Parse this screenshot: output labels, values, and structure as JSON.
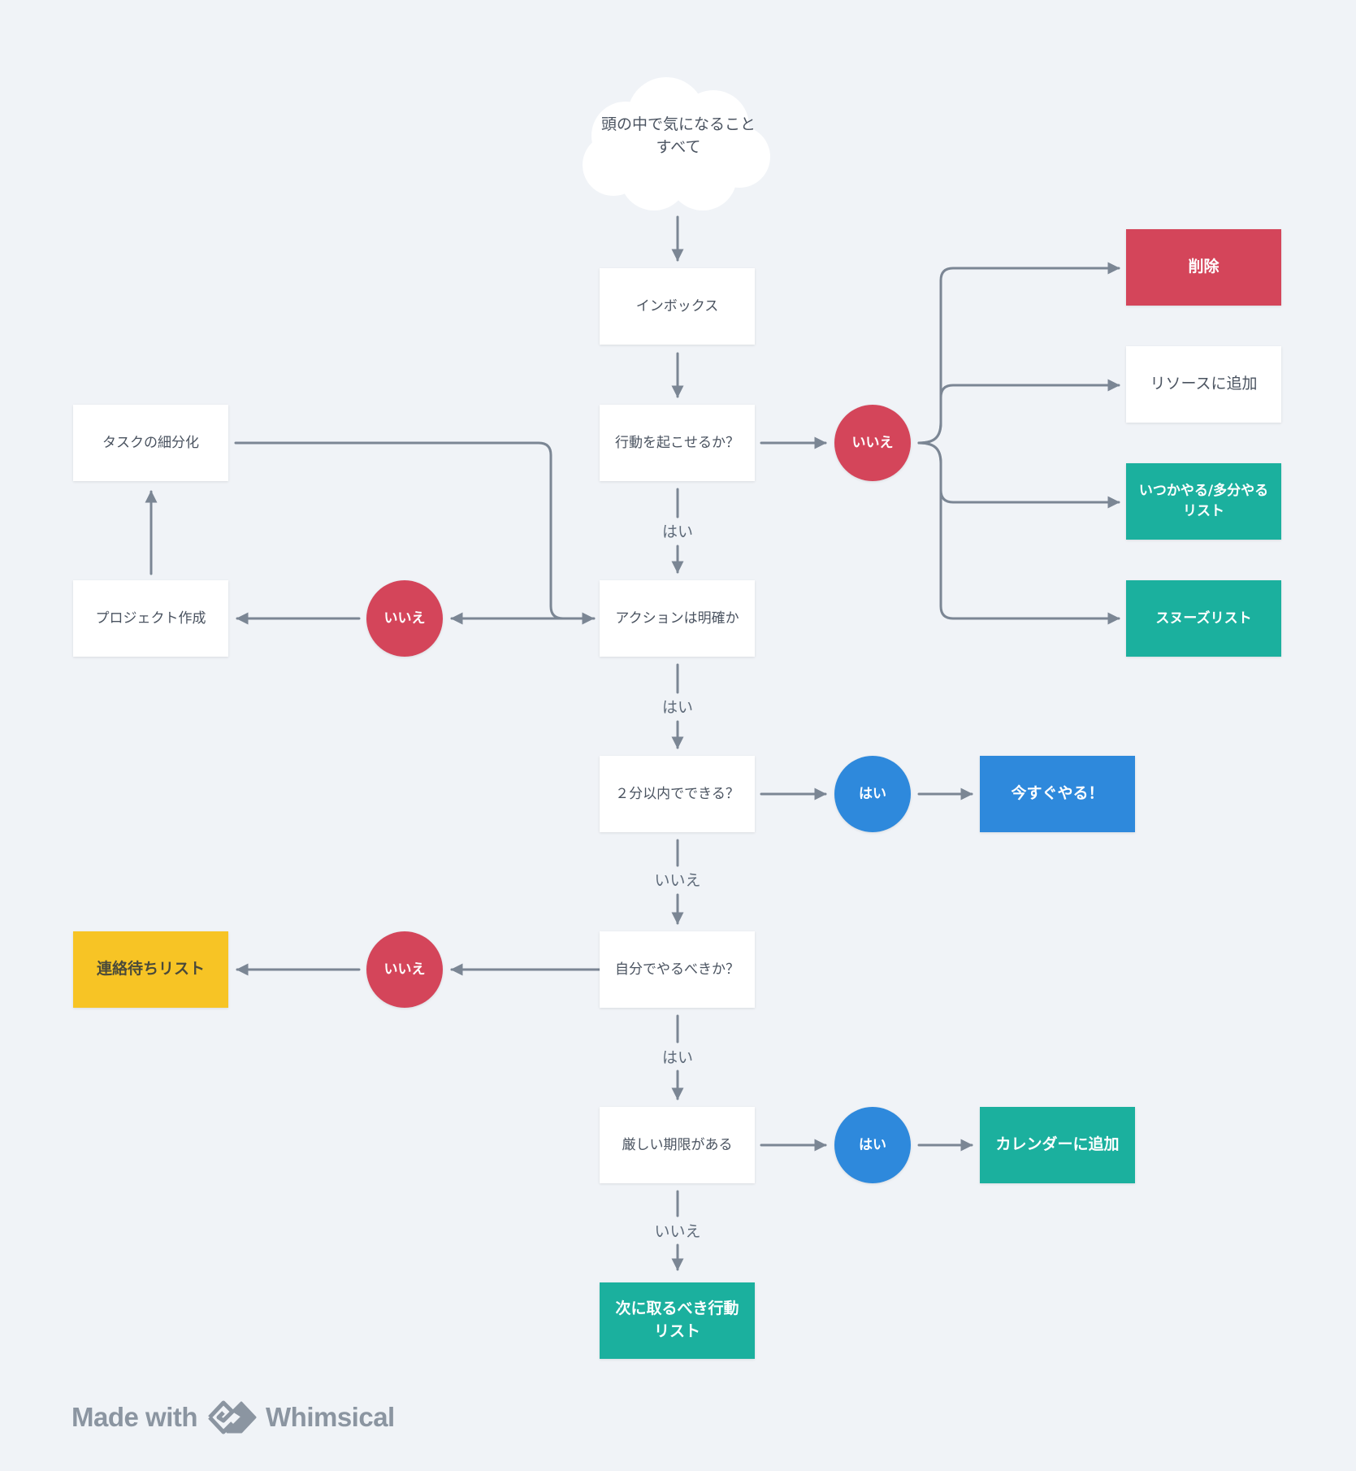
{
  "nodes": {
    "start": "頭の中で気になること\nすべて",
    "inbox": "インボックス",
    "actionable": "行動を起こせるか？",
    "clear_action": "アクションは明確か",
    "two_min": "２分以内でできる？",
    "self": "自分でやるべきか？",
    "deadline": "厳しい期限がある",
    "next_actions": "次に取るべき行動リスト",
    "breakdown": "タスクの細分化",
    "project": "プロジェクト作成",
    "waiting": "連絡待ちリスト",
    "delete": "削除",
    "resource": "リソースに追加",
    "someday": "いつかやる/多分やるリスト",
    "snooze": "スヌーズリスト",
    "do_now": "今すぐやる！",
    "calendar": "カレンダーに追加"
  },
  "decisions": {
    "no_actionable": "いいえ",
    "no_clear": "いいえ",
    "yes_two_min": "はい",
    "no_self": "いいえ",
    "yes_deadline": "はい"
  },
  "edge_labels": {
    "actionable_yes": "はい",
    "clear_yes": "はい",
    "two_min_no": "いいえ",
    "self_yes": "はい",
    "deadline_no": "いいえ"
  },
  "colors": {
    "red": "#d4455a",
    "teal": "#1bb09e",
    "blue": "#2e89dc",
    "yellow": "#f7c425",
    "edge": "#7b8694",
    "background": "#f0f3f7"
  },
  "footer": {
    "made_with": "Made with",
    "brand": "Whimsical",
    "logo_icon": "whimsical-logo-icon"
  }
}
